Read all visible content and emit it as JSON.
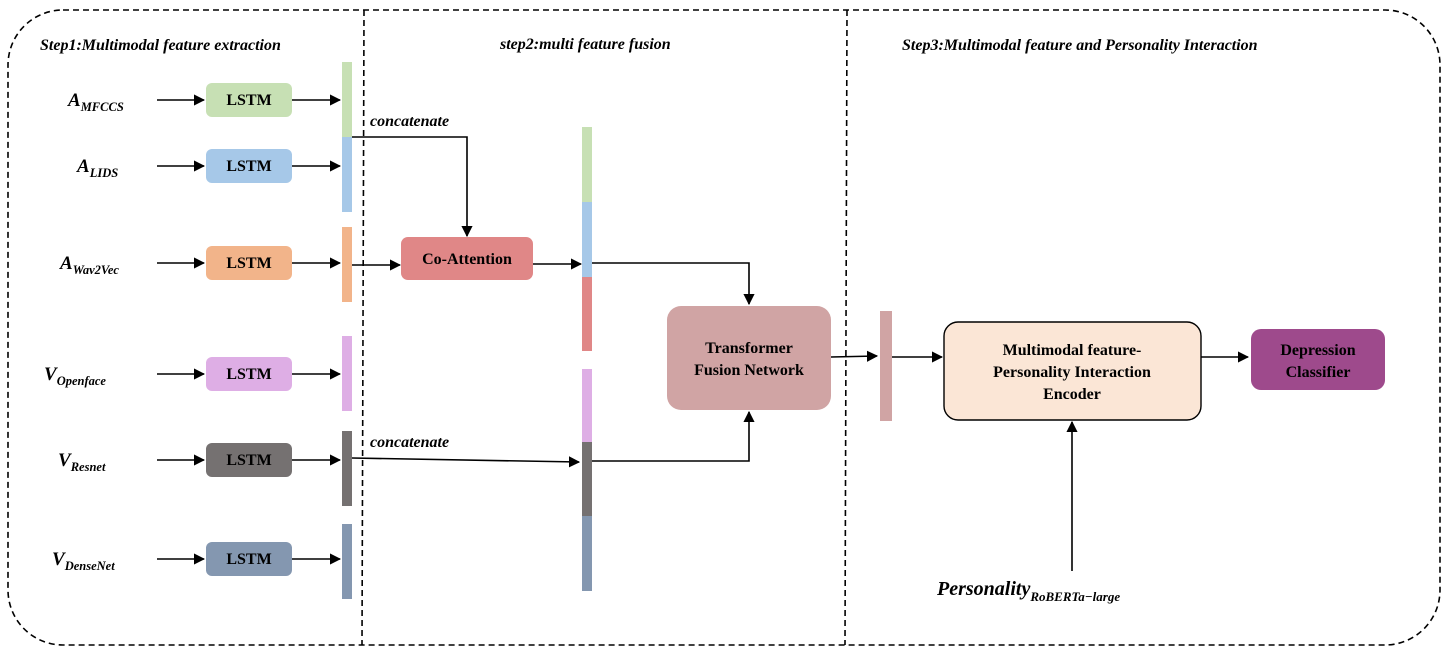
{
  "steps": {
    "step1": "Step1:Multimodal feature extraction",
    "step2": "step2:multi feature fusion",
    "step3": "Step3:Multimodal feature and Personality Interaction"
  },
  "inputs": [
    {
      "main": "A",
      "sub": "MFCCS",
      "color": "#c7e0b4"
    },
    {
      "main": "A",
      "sub": "LIDS",
      "color": "#a6c8e8"
    },
    {
      "main": "A",
      "sub": "Wav2Vec",
      "color": "#f2b48a"
    },
    {
      "main": "V",
      "sub": "Openface",
      "color": "#deaee5"
    },
    {
      "main": "V",
      "sub": "Resnet",
      "color": "#757171"
    },
    {
      "main": "V",
      "sub": "DenseNet",
      "color": "#8497b0"
    }
  ],
  "lstm_label": "LSTM",
  "concat_label_top": "concatenate",
  "concat_label_bottom": "concatenate",
  "co_attention": {
    "label": "Co-Attention",
    "color": "#e08787"
  },
  "transformer": {
    "line1": "Transformer",
    "line2": "Fusion Network",
    "color": "#d0a4a4"
  },
  "encoder": {
    "line1": "Multimodal feature-",
    "line2": "Personality Interaction",
    "line3": "Encoder",
    "color": "#fbe6d6"
  },
  "classifier": {
    "line1": "Depression",
    "line2": "Classifier",
    "color": "#9e4a8c"
  },
  "personality": {
    "main": "Personality",
    "sub": "RoBERTa−large"
  }
}
